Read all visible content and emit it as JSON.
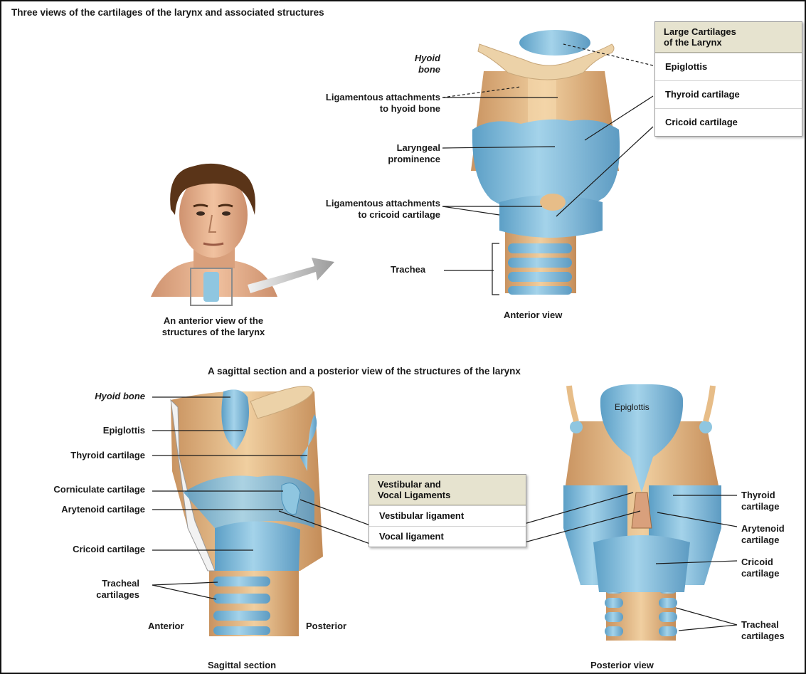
{
  "top_title": "Three views of the cartilages of the larynx and associated structures",
  "large_key": {
    "header": [
      "Large Cartilages",
      "of the Larynx"
    ],
    "items": [
      "Epiglottis",
      "Thyroid cartilage",
      "Cricoid cartilage"
    ]
  },
  "anterior_labels": {
    "hyoid": [
      "Hyoid",
      "bone"
    ],
    "lig_hyoid": [
      "Ligamentous attachments",
      "to hyoid bone"
    ],
    "laryngeal": [
      "Laryngeal",
      "prominence"
    ],
    "lig_cricoid": [
      "Ligamentous attachments",
      "to cricoid cartilage"
    ],
    "trachea": "Trachea"
  },
  "anterior_caption": "Anterior view",
  "person_caption": [
    "An anterior view of the",
    "structures of the larynx"
  ],
  "section_title": "A sagittal section and a posterior view of the structures of the larynx",
  "sagittal_labels": {
    "hyoid": "Hyoid bone",
    "epiglottis": "Epiglottis",
    "thyroid": "Thyroid cartilage",
    "corniculate": "Corniculate cartilage",
    "arytenoid": "Arytenoid cartilage",
    "cricoid": "Cricoid cartilage",
    "tracheal": [
      "Tracheal",
      "cartilages"
    ],
    "anterior": "Anterior",
    "posterior": "Posterior"
  },
  "sagittal_caption": "Sagittal section",
  "vocal_key": {
    "header": [
      "Vestibular and",
      "Vocal Ligaments"
    ],
    "items": [
      "Vestibular ligament",
      "Vocal ligament"
    ]
  },
  "posterior_labels": {
    "epiglottis": "Epiglottis",
    "thyroid": [
      "Thyroid",
      "cartilage"
    ],
    "arytenoid": [
      "Arytenoid",
      "cartilage"
    ],
    "cricoid": [
      "Cricoid",
      "cartilage"
    ],
    "tracheal": [
      "Tracheal",
      "cartilages"
    ]
  },
  "posterior_caption": "Posterior view",
  "colors": {
    "cartilage": "#8fc6e0",
    "cartilage_dark": "#4a90b8",
    "tissue": "#e7bd88",
    "tissue_dark": "#b07a45",
    "skin": "#e9b592",
    "hair": "#5a3418",
    "key_header": "#e6e3cf"
  }
}
